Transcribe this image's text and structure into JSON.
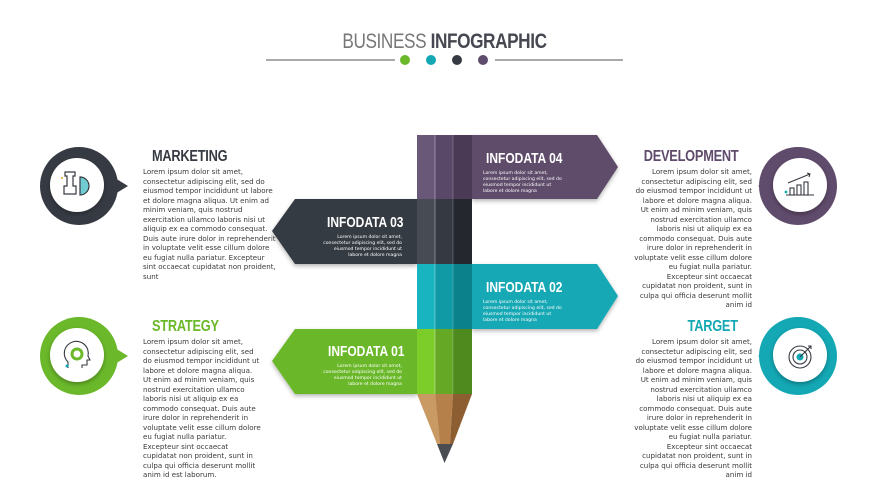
{
  "header": {
    "title_light": "BUSINESS",
    "title_bold": "INFOGRAPHIC"
  },
  "colors": {
    "green": "#6bb82a",
    "teal": "#13a8b4",
    "dark": "#363a42",
    "purple": "#5f4b6b"
  },
  "signs": [
    {
      "title": "INFODATA 01",
      "text": "Lorem ipsum dolor sit amet, consectetur adipiscing elit, sed do eiusmod tempor incididunt ut labore et dolore magna"
    },
    {
      "title": "INFODATA 02",
      "text": "Lorem ipsum dolor sit amet, consectetur adipiscing elit, sed do eiusmod tempor incididunt ut labore et dolore magna"
    },
    {
      "title": "INFODATA 03",
      "text": "Lorem ipsum dolor sit amet, consectetur adipiscing elit, sed do eiusmod tempor incididunt ut labore et dolore magna"
    },
    {
      "title": "INFODATA 04",
      "text": "Lorem ipsum dolor sit amet, consectetur adipiscing elit, sed do eiusmod tempor incididunt ut labore et dolore magna"
    }
  ],
  "sections": {
    "marketing": {
      "title": "MARKETING",
      "icon": "chess-rook-pie-icon",
      "text": "Lorem ipsum dolor sit amet, consectetur adipiscing elit, sed do eiusmod tempor incididunt ut labore et dolore magna aliqua. Ut enim ad minim veniam, quis nostrud exercitation ullamco laboris nisi ut aliquip ex ea commodo consequat. Duis aute irure dolor in reprehenderit in voluptate velit esse cillum dolore eu fugiat nulla pariatur. Excepteur sint occaecat cupidatat non proident, sunt"
    },
    "strategy": {
      "title": "STRATEGY",
      "icon": "head-gear-icon",
      "text": "Lorem ipsum dolor sit amet, consectetur adipiscing elit, sed do eiusmod tempor incididunt ut labore et dolore magna aliqua. Ut enim ad minim veniam, quis nostrud exercitation ullamco laboris nisi ut aliquip ex ea commodo consequat. Duis aute irure dolor in reprehenderit in voluptate velit esse cillum dolore eu fugiat nulla pariatur. Excepteur sint occaecat cupidatat non proident, sunt in culpa qui officia deserunt mollit anim id est laborum."
    },
    "development": {
      "title": "DEVELOPMENT",
      "icon": "growth-chart-icon",
      "text": "Lorem ipsum dolor sit amet, consectetur adipiscing elit, sed do eiusmod tempor incididunt ut labore et dolore magna aliqua. Ut enim ad minim veniam, quis nostrud exercitation ullamco laboris nisi ut aliquip ex ea commodo consequat. Duis aute irure dolor in reprehenderit in voluptate velit esse cillum dolore eu fugiat nulla pariatur. Excepteur sint occaecat cupidatat non proident, sunt in culpa qui officia deserunt mollit anim id"
    },
    "target": {
      "title": "TARGET",
      "icon": "target-arrow-icon",
      "text": "Lorem ipsum dolor sit amet, consectetur adipiscing elit, sed do eiusmod tempor incididunt ut labore et dolore magna aliqua. Ut enim ad minim veniam, quis nostrud exercitation ullamco laboris nisi ut aliquip ex ea commodo consequat. Duis aute irure dolor in reprehenderit in voluptate velit esse cillum dolore eu fugiat nulla pariatur. Excepteur sint occaecat cupidatat non proident, sunt in culpa qui officia deserunt mollit anim id"
    }
  }
}
